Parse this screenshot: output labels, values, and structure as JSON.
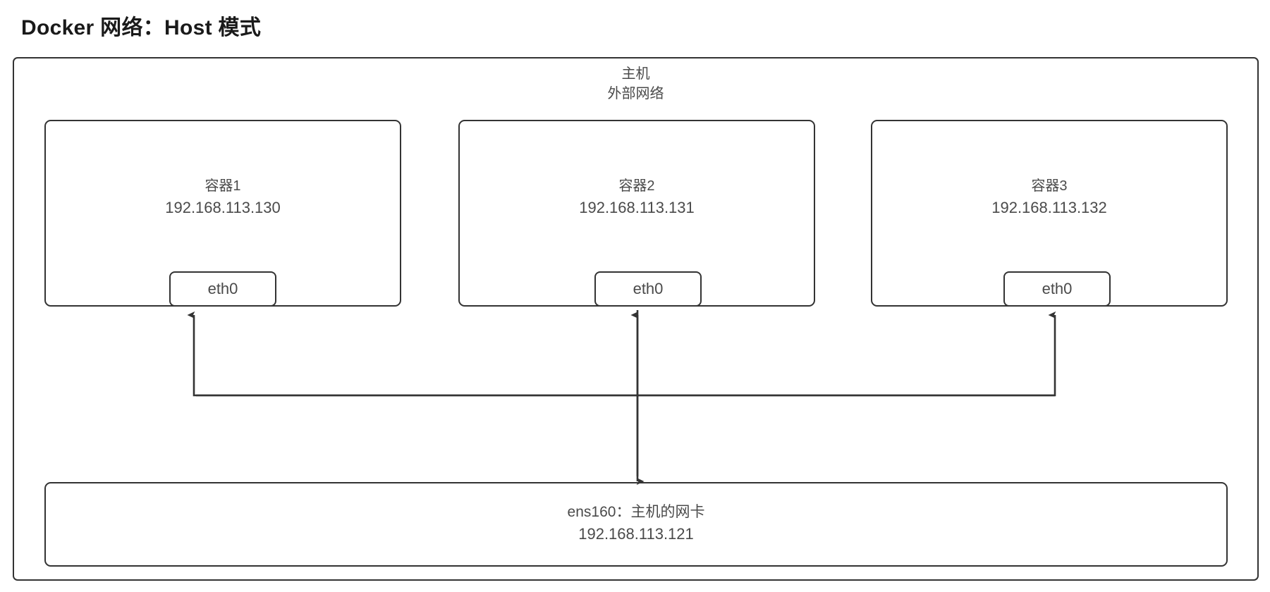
{
  "page": {
    "title": "Docker 网络：Host 模式",
    "background_color": "#ffffff",
    "stroke_color": "#333333",
    "text_color": "#4a4a4a"
  },
  "host": {
    "label_line1": "主机",
    "label_line2": "外部网络"
  },
  "containers": [
    {
      "name": "容器1",
      "ip": "192.168.113.130",
      "interface": "eth0"
    },
    {
      "name": "容器2",
      "ip": "192.168.113.131",
      "interface": "eth0"
    },
    {
      "name": "容器3",
      "ip": "192.168.113.132",
      "interface": "eth0"
    }
  ],
  "nic": {
    "label": "ens160：主机的网卡",
    "ip": "192.168.113.121"
  },
  "connections": [
    {
      "from": "nic",
      "to": "容器1.eth0",
      "style": "orthogonal",
      "arrow": "single-up"
    },
    {
      "from": "nic",
      "to": "容器2.eth0",
      "style": "straight-vertical",
      "arrow": "double"
    },
    {
      "from": "nic",
      "to": "容器3.eth0",
      "style": "orthogonal",
      "arrow": "single-up"
    }
  ]
}
